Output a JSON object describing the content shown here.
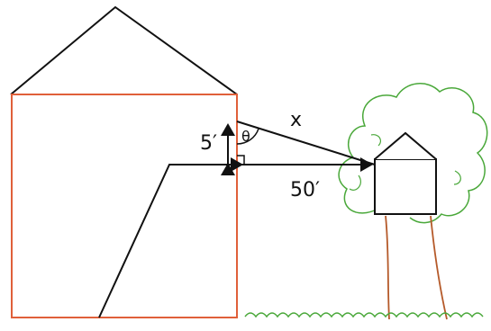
{
  "labels": {
    "height": "5′",
    "distance": "50′",
    "hypotenuse": "x",
    "angle": "θ"
  },
  "colors": {
    "outline": "#111111",
    "house_wall": "#e0603a",
    "tree_foliage": "#4aa83a",
    "tree_trunk": "#b55a2a",
    "grass": "#4aa83a"
  }
}
